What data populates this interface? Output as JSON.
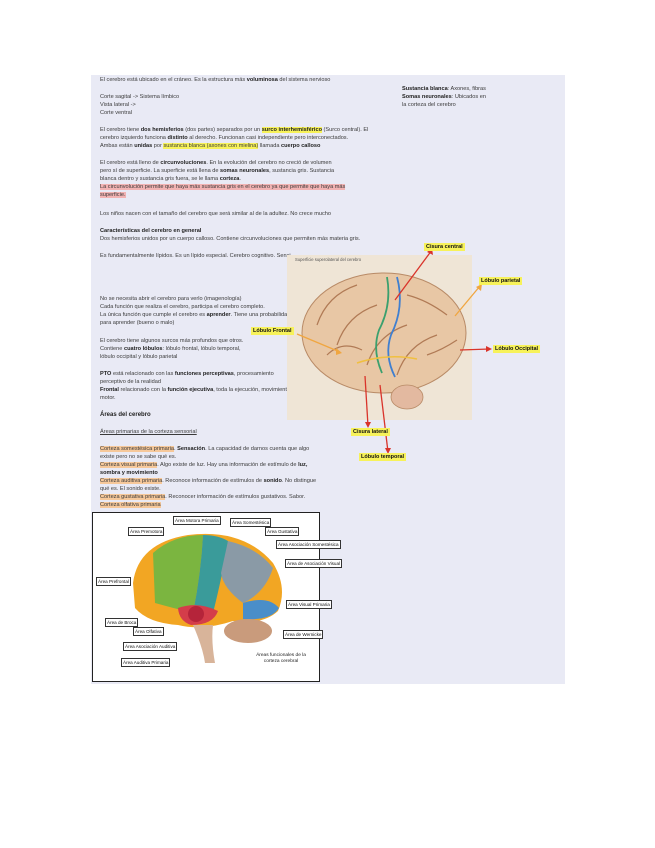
{
  "notes": {
    "l1_a": "El cerebro está ubicado en el cráneo. Es la estructura más ",
    "l1_b": "voluminosa",
    "l1_c": " del sistema nervioso",
    "l2": "Corte sagital -> Sistema límbico",
    "l3": "Vista lateral ->",
    "l4": "Corte ventral",
    "hem_a": "El cerebro tiene ",
    "hem_b": "dos hemisferios",
    "hem_c": " (dos partes) separados por un ",
    "hem_d": "surco interhemisférico",
    "hem_e": " (Surco central). El",
    "hem2_a": "cerebro izquierdo funciona ",
    "hem2_b": "distinto",
    "hem2_c": " al derecho. Funcionan casi independiente pero interconectados.",
    "hem3_a": "Ambas están ",
    "hem3_b": "unidas",
    "hem3_c": " por ",
    "hem3_d": "sustancia blanca (axones con mielina)",
    "hem3_e": " llamada ",
    "hem3_f": "cuerpo calloso",
    "circ1_a": "El cerebro está lleno de ",
    "circ1_b": "circunvoluciones",
    "circ1_c": ". En la evolución del cerebro no creció de volumen",
    "circ2_a": "pero sí de superficie. La superficie está llena de ",
    "circ2_b": "somas neuronales",
    "circ2_c": ", sustancia gris. Sustancia",
    "circ3_a": "blanca dentro y sustancia gris fuera, se le llama ",
    "circ3_b": "corteza",
    "circ3_c": ".",
    "circ4": "La circunvolución permite que haya más sustancia gris en el cerebro ya que permite que haya más",
    "circ5": "superficie.",
    "ninos": "Los niños nacen con el tamaño del cerebro que será similar al de la adultez. No crece mucho",
    "car_title": "Características del cerebro en general",
    "car1": "Dos hemisferios unidos por un cuerpo calloso. Contiene circunvoluciones que permiten más materia gris.",
    "lip": "Es fundamentalmente lípidos. Es un lípido especial. Cerebro cognitivo. Sensi",
    "n1": "No se necesita abrir el cerebro para verlo (imagenología)",
    "n2": "Cada función que realiza el cerebro, participa el cerebro completo.",
    "n3_a": "La única función que cumple el cerebro es ",
    "n3_b": "aprender",
    "n3_c": ". Tiene una probabilidad",
    "n4": "para aprender (bueno o malo)",
    "s1": "El cerebro tiene algunos surcos más profundos que otros.",
    "s2_a": "Contiene ",
    "s2_b": "cuatro lóbulos",
    "s2_c": ": lóbulo frontal, lóbulo temporal,",
    "s3": "lóbulo occipital y lóbulo parietal",
    "p1_a": "PTO",
    "p1_b": " está relacionado con las ",
    "p1_c": "funciones perceptivas",
    "p1_d": ", procesamiento",
    "p2": "perceptivo de la realidad",
    "p3_a": "Frontal",
    "p3_b": " relacionado con la ",
    "p3_c": "función ejecutiva",
    "p3_d": ", toda la ejecución, movimiento",
    "p4": "motor.",
    "areas_title": "Áreas del cerebro",
    "areas_sub": "Áreas primarias de la corteza sensorial",
    "a1_a": "Corteza somestésica primaria",
    "a1_b": ". ",
    "a1_c": "Sensación",
    "a1_d": ". La capacidad de darnos cuenta que algo",
    "a2": "existe pero no se sabe qué es.",
    "a3_a": "Corteza visual primaria",
    "a3_b": ". Algo existe de luz. Hay una información de estímulo de ",
    "a3_c": "luz,",
    "a4": "sombra y movimiento",
    "a5_a": "Corteza auditiva primaria",
    "a5_b": ". Reconoce información de estímulos de ",
    "a5_c": "sonido",
    "a5_d": ". No distingue",
    "a6": "qué es. El sonido existe.",
    "a7_a": "Corteza gustativa primaria",
    "a7_b": ". Reconocer información de estímulos gustativos. Sabor.",
    "a8": "Corteza olfativa primaria"
  },
  "side_note": {
    "s1_a": "Sustancia blanca",
    "s1_b": ": Axones, fibras",
    "s2_a": "Somas neuronales",
    "s2_b": ": Ubicados en",
    "s3": "la corteza del cerebro"
  },
  "figure1": {
    "header": "Superficie superolateral del cerebro",
    "cisura_central": "Cisura central",
    "lobulo_parietal": "Lóbulo parietal",
    "lobulo_frontal": "Lóbulo Frontal",
    "lobulo_occipital": "Lóbulo Occipital",
    "cisura_lateral": "Cisura lateral",
    "lobulo_temporal": "Lóbulo temporal"
  },
  "figure2": {
    "area_motora": "Área Motora Primaria",
    "area_somestesica": "Área Somestésica",
    "area_gustativa": "Área Gustativa",
    "area_premotora": "Área Premotora",
    "area_asoc_somest": "Área Asociación Somestésica",
    "area_asoc_visual": "Área de Asociación Visual",
    "area_prefrontal": "Área Prefrontal",
    "area_visual": "Área Visual Primaria",
    "area_broca": "Área de Broca",
    "area_olfativa": "Área Olfativa",
    "area_wernicke": "Área de Wernicke",
    "area_asoc_auditiva": "Área Asociación Auditiva",
    "area_auditiva": "Área Auditiva Primaria",
    "caption": "Áreas funcionales de la corteza cerebral"
  },
  "colors": {
    "page": "#e9eaf5",
    "highlight_yellow": "#f7f25a",
    "highlight_orange": "#f6c89a",
    "highlight_pink": "#f2b3b3",
    "arrow_red": "#d9342b",
    "arrow_orange": "#f0a640"
  }
}
